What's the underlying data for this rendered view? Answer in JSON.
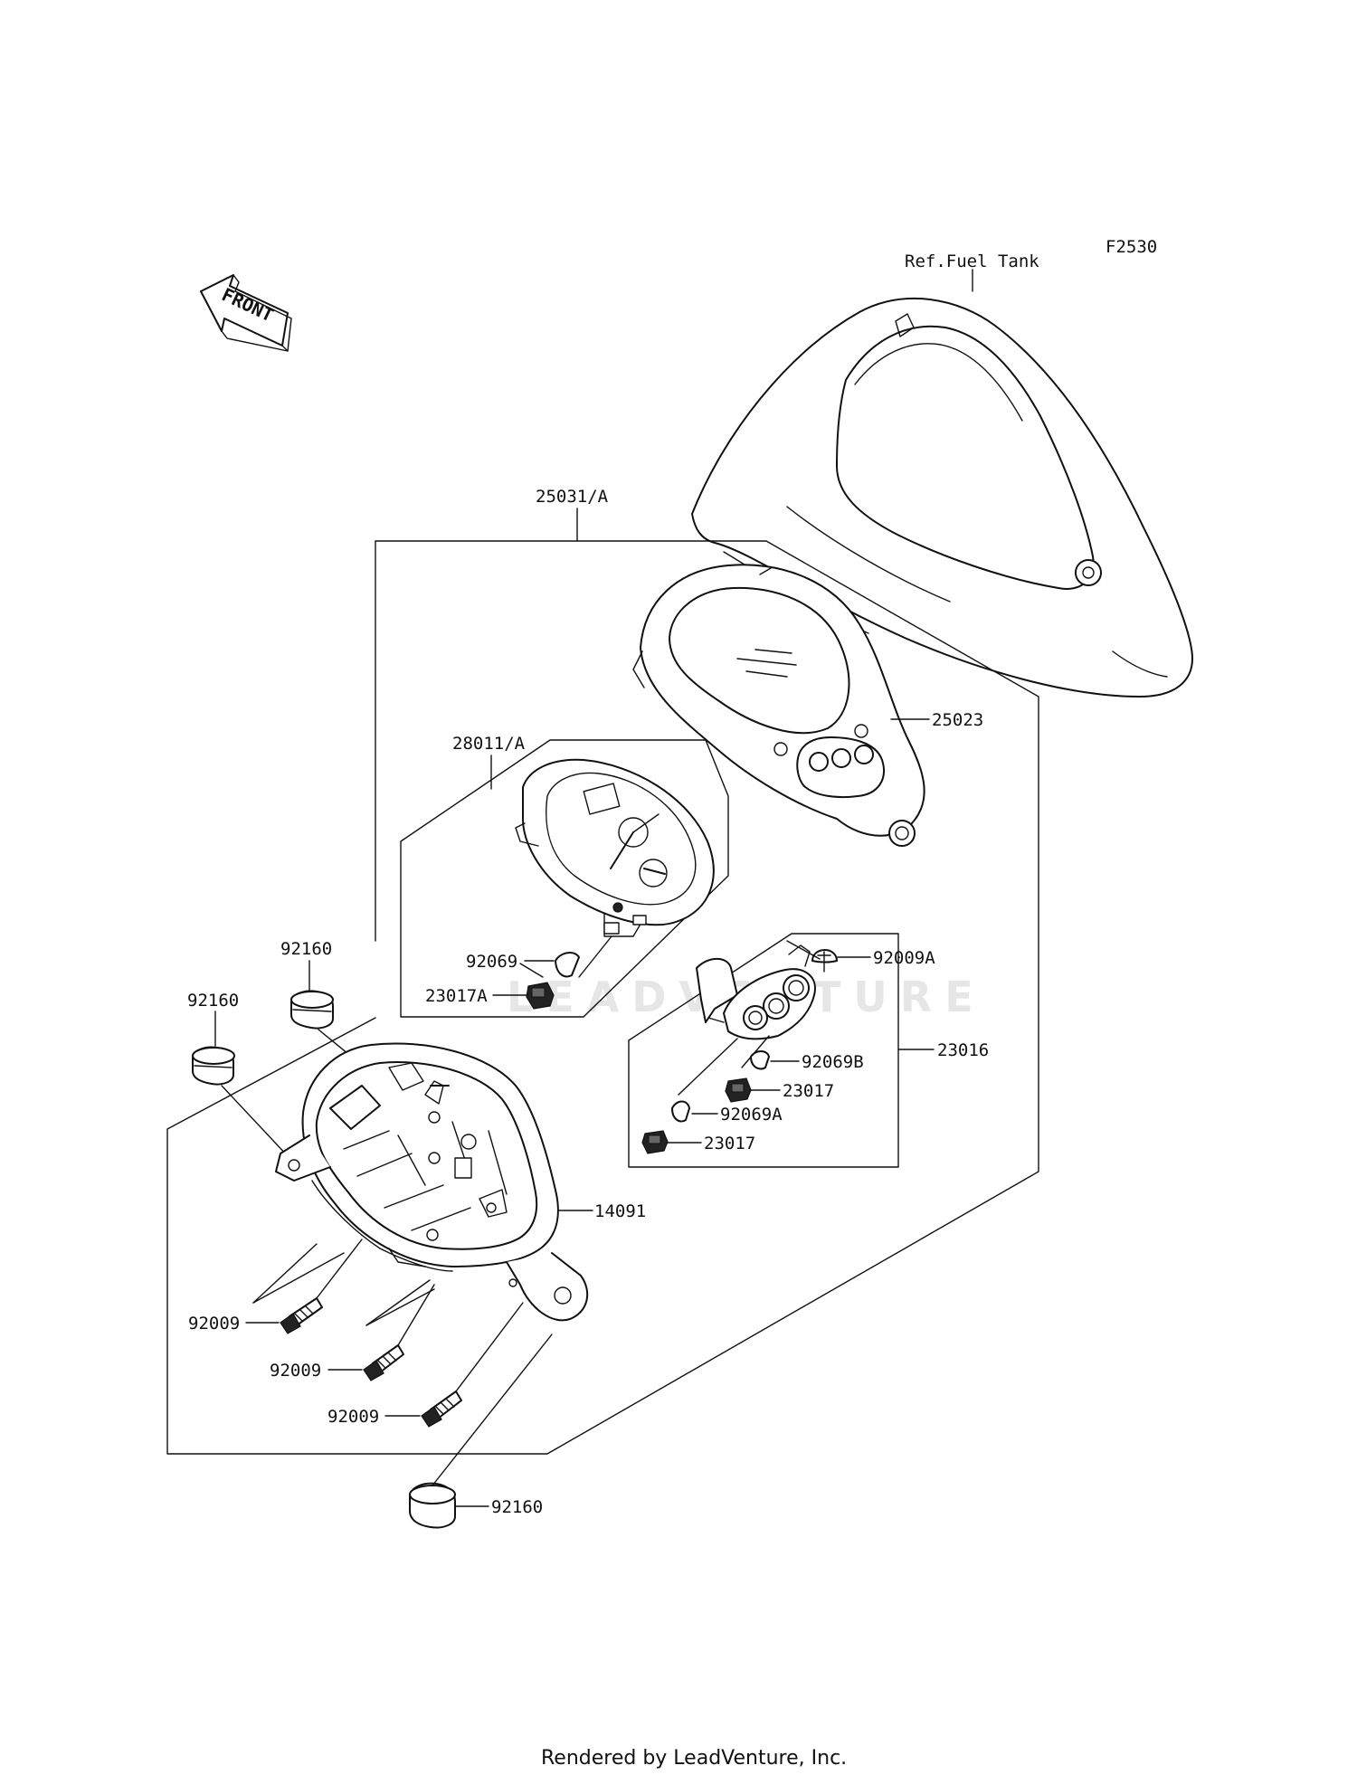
{
  "diagram": {
    "figure_code": "F2530",
    "watermark": "LEADVENTURE",
    "footer": "Rendered by LeadVenture, Inc.",
    "front_arrow": "FRONT",
    "labels": {
      "ref_fuel_tank": "Ref.Fuel Tank",
      "p25031A": "25031/A",
      "p25023": "25023",
      "p28011A": "28011/A",
      "p92009A": "92009A",
      "p92069": "92069",
      "p23017A": "23017A",
      "p23016": "23016",
      "p92069B": "92069B",
      "p23017_a": "23017",
      "p92069A": "92069A",
      "p23017_b": "23017",
      "p92160_top": "92160",
      "p92160_left": "92160",
      "p14091": "14091",
      "p92009_1": "92009",
      "p92009_2": "92009",
      "p92009_3": "92009",
      "p92160_bottom": "92160"
    }
  }
}
